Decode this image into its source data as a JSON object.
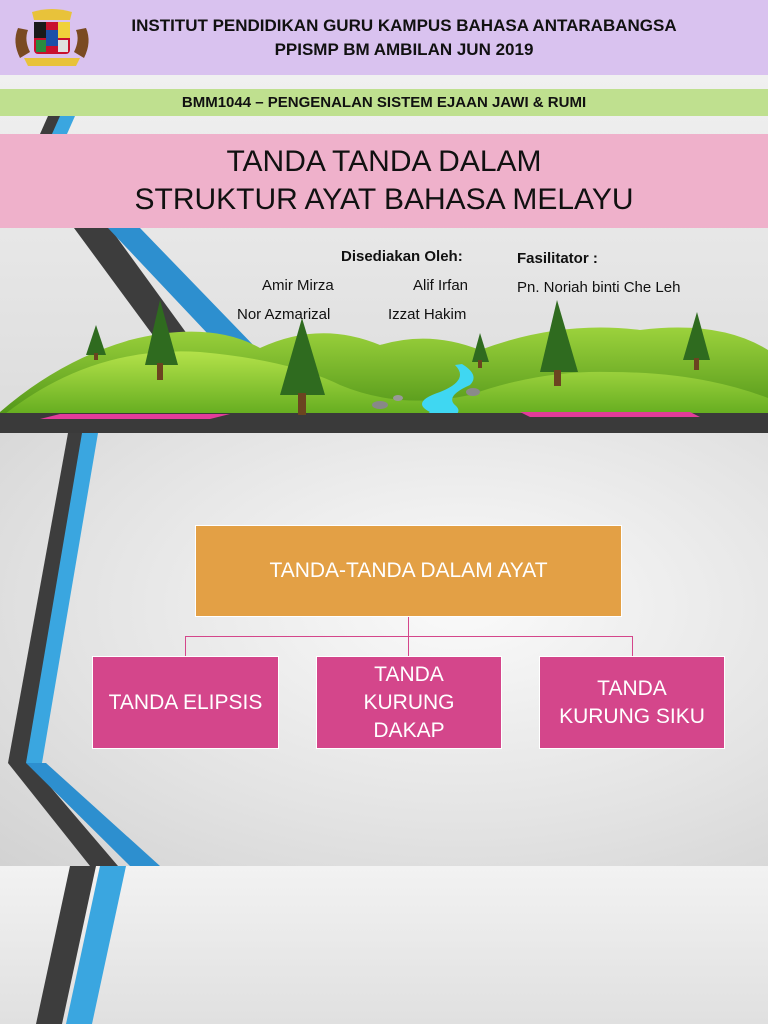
{
  "cover": {
    "institution_line1": "INSTITUT PENDIDIKAN GURU KAMPUS BAHASA ANTARABANGSA",
    "institution_line2": "PPISMP BM AMBILAN JUN 2019",
    "course": "BMM1044 – PENGENALAN SISTEM EJAAN JAWI & RUMI",
    "title_line1": "TANDA TANDA DALAM",
    "title_line2": "STRUKTUR AYAT BAHASA MELAYU",
    "prepared_by_label": "Disediakan Oleh:",
    "authors": [
      "Amir Mirza",
      "Alif Irfan",
      "Nor Azmarizal",
      "Izzat Hakim"
    ],
    "facilitator_label": "Fasilitator :",
    "facilitator_name": "Pn. Noriah binti Che Leh"
  },
  "diagram": {
    "root": "TANDA-TANDA DALAM AYAT",
    "children": [
      {
        "line1": "TANDA ELIPSIS"
      },
      {
        "line1": "TANDA",
        "line2": "KURUNG",
        "line3": "DAKAP"
      },
      {
        "line1": "TANDA",
        "line2": "KURUNG SIKU"
      }
    ]
  },
  "colors": {
    "header_band": "#d9c2ef",
    "course_band": "#bfe08f",
    "title_band": "#efb1cb",
    "root_box": "#e3a045",
    "child_box": "#d4468b",
    "stripe_dark": "#3d3d3d",
    "stripe_blue": "#3aa6e0"
  }
}
